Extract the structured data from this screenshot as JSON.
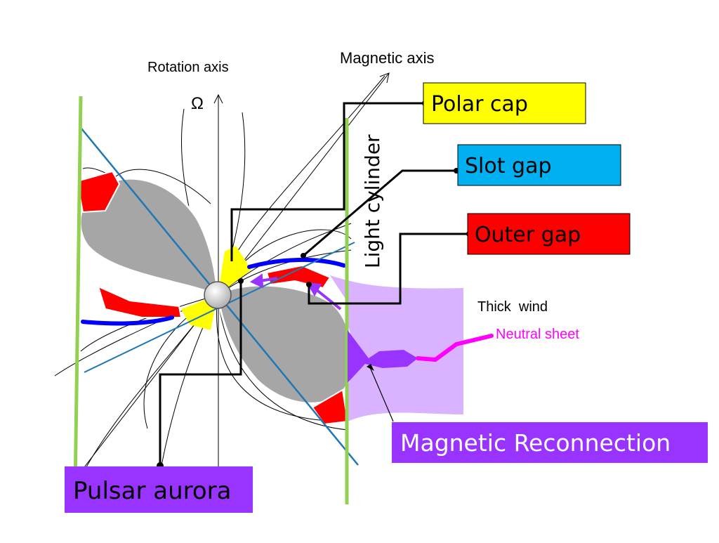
{
  "labels": {
    "rotation_axis": "Rotation axis",
    "omega": "Ω",
    "magnetic_axis": "Magnetic axis",
    "light_cylinder": "Light cylinder",
    "polar_cap": "Polar cap",
    "slot_gap": "Slot gap",
    "outer_gap": "Outer gap",
    "thick_wind": "Thick  wind",
    "neutral_sheet": "Neutral sheet",
    "magnetic_reconnection": "Magnetic Reconnection",
    "pulsar_aurora": "Pulsar aurora"
  },
  "colors": {
    "polar_cap": "#ffff00",
    "slot_gap": "#00b0f0",
    "outer_gap": "#ff0000",
    "magnetic_reconnection": "#9933ff",
    "pulsar_aurora": "#9933ff",
    "light_cylinder_line": "#92d050",
    "magnetic_axis_line": "#1f77b4",
    "slot_gap_band": "#0000ff",
    "neutral_sheet": "#ff00ff",
    "wind": "#d9b3ff",
    "lobe": "#a6a6a6"
  }
}
